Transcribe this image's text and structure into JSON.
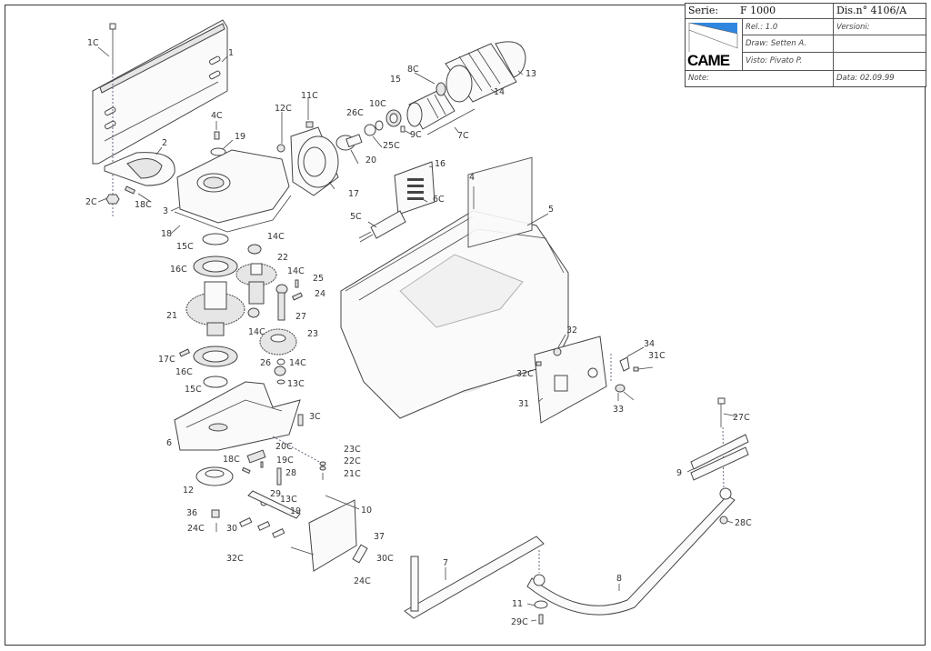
{
  "title_block": {
    "serie_label": "Serie:",
    "serie_value": "F 1000",
    "drawing_number": "Dis.n° 4106/A",
    "release": "Rel.: 1.0",
    "versions": "Versioni:",
    "draw": "Draw: Setten A.",
    "visto": "Visto: Pivato P.",
    "note": "Note:",
    "date": "Data: 02.09.99",
    "brand": "CAME",
    "brand_color": "#2f86e0"
  },
  "parts": {
    "p1": "1",
    "p1c": "1C",
    "p2": "2",
    "p2c": "2C",
    "p3": "3",
    "p3c": "3C",
    "p4": "4",
    "p4c": "4C",
    "p5": "5",
    "p5c": "5C",
    "p6": "6",
    "p6c": "6C",
    "p7": "7",
    "p7c": "7C",
    "p8": "8",
    "p8c": "8C",
    "p9": "9",
    "p9c": "9C",
    "p10": "10",
    "p10c": "10C",
    "p11": "11",
    "p11c": "11C",
    "p12": "12",
    "p12c_a": "12C",
    "p13": "13",
    "p13c_a": "13C",
    "p13c_b": "13C",
    "p14": "14",
    "p14c_a": "14C",
    "p14c_b": "14C",
    "p14c_c": "14C",
    "p14c_d": "14C",
    "p15": "15",
    "p15c_a": "15C",
    "p15c_b": "15C",
    "p16": "16",
    "p16c_a": "16C",
    "p16c_b": "16C",
    "p17": "17",
    "p17c": "17C",
    "p18": "18",
    "p18c_a": "18C",
    "p18c_b": "18C",
    "p19_a": "19",
    "p19_b": "19",
    "p19c": "19C",
    "p20": "20",
    "p20c": "20C",
    "p21": "21",
    "p21c": "21C",
    "p22": "22",
    "p22c": "22C",
    "p23": "23",
    "p23c": "23C",
    "p24": "24",
    "p24c_a": "24C",
    "p24c_b": "24C",
    "p25": "25",
    "p25c": "25C",
    "p26": "26",
    "p26c": "26C",
    "p27": "27",
    "p27c": "27C",
    "p28": "28",
    "p28c": "28C",
    "p29": "29",
    "p29c": "29C",
    "p30": "30",
    "p30c": "30C",
    "p31": "31",
    "p31c": "31C",
    "p32": "32",
    "p32c_a": "32C",
    "p32c_b": "32C",
    "p33": "33",
    "p34": "34",
    "p36": "36",
    "p37": "37"
  }
}
